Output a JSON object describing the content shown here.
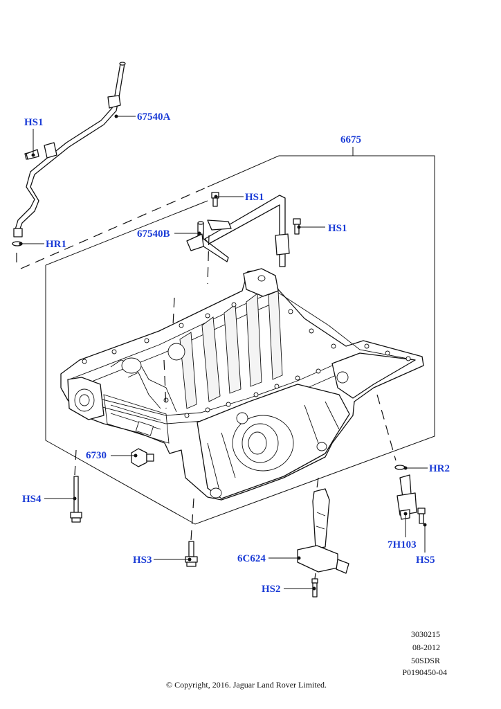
{
  "callouts": {
    "hs1_top": "HS1",
    "p67540a": "67540A",
    "p6675": "6675",
    "hs1_mid": "HS1",
    "hs1_right": "HS1",
    "p67540b": "67540B",
    "hr1": "HR1",
    "p6730": "6730",
    "hr2": "HR2",
    "hs4": "HS4",
    "p7h103": "7H103",
    "hs5": "HS5",
    "hs3": "HS3",
    "p6c624": "6C624",
    "hs2": "HS2"
  },
  "metadata": {
    "line1": "3030215",
    "line2": "08-2012",
    "line3": "50SDSR",
    "line4": "P0190450-04"
  },
  "copyright": "© Copyright, 2016. Jaguar Land Rover Limited.",
  "colors": {
    "callout": "#1a3bd6",
    "line": "#111111"
  }
}
